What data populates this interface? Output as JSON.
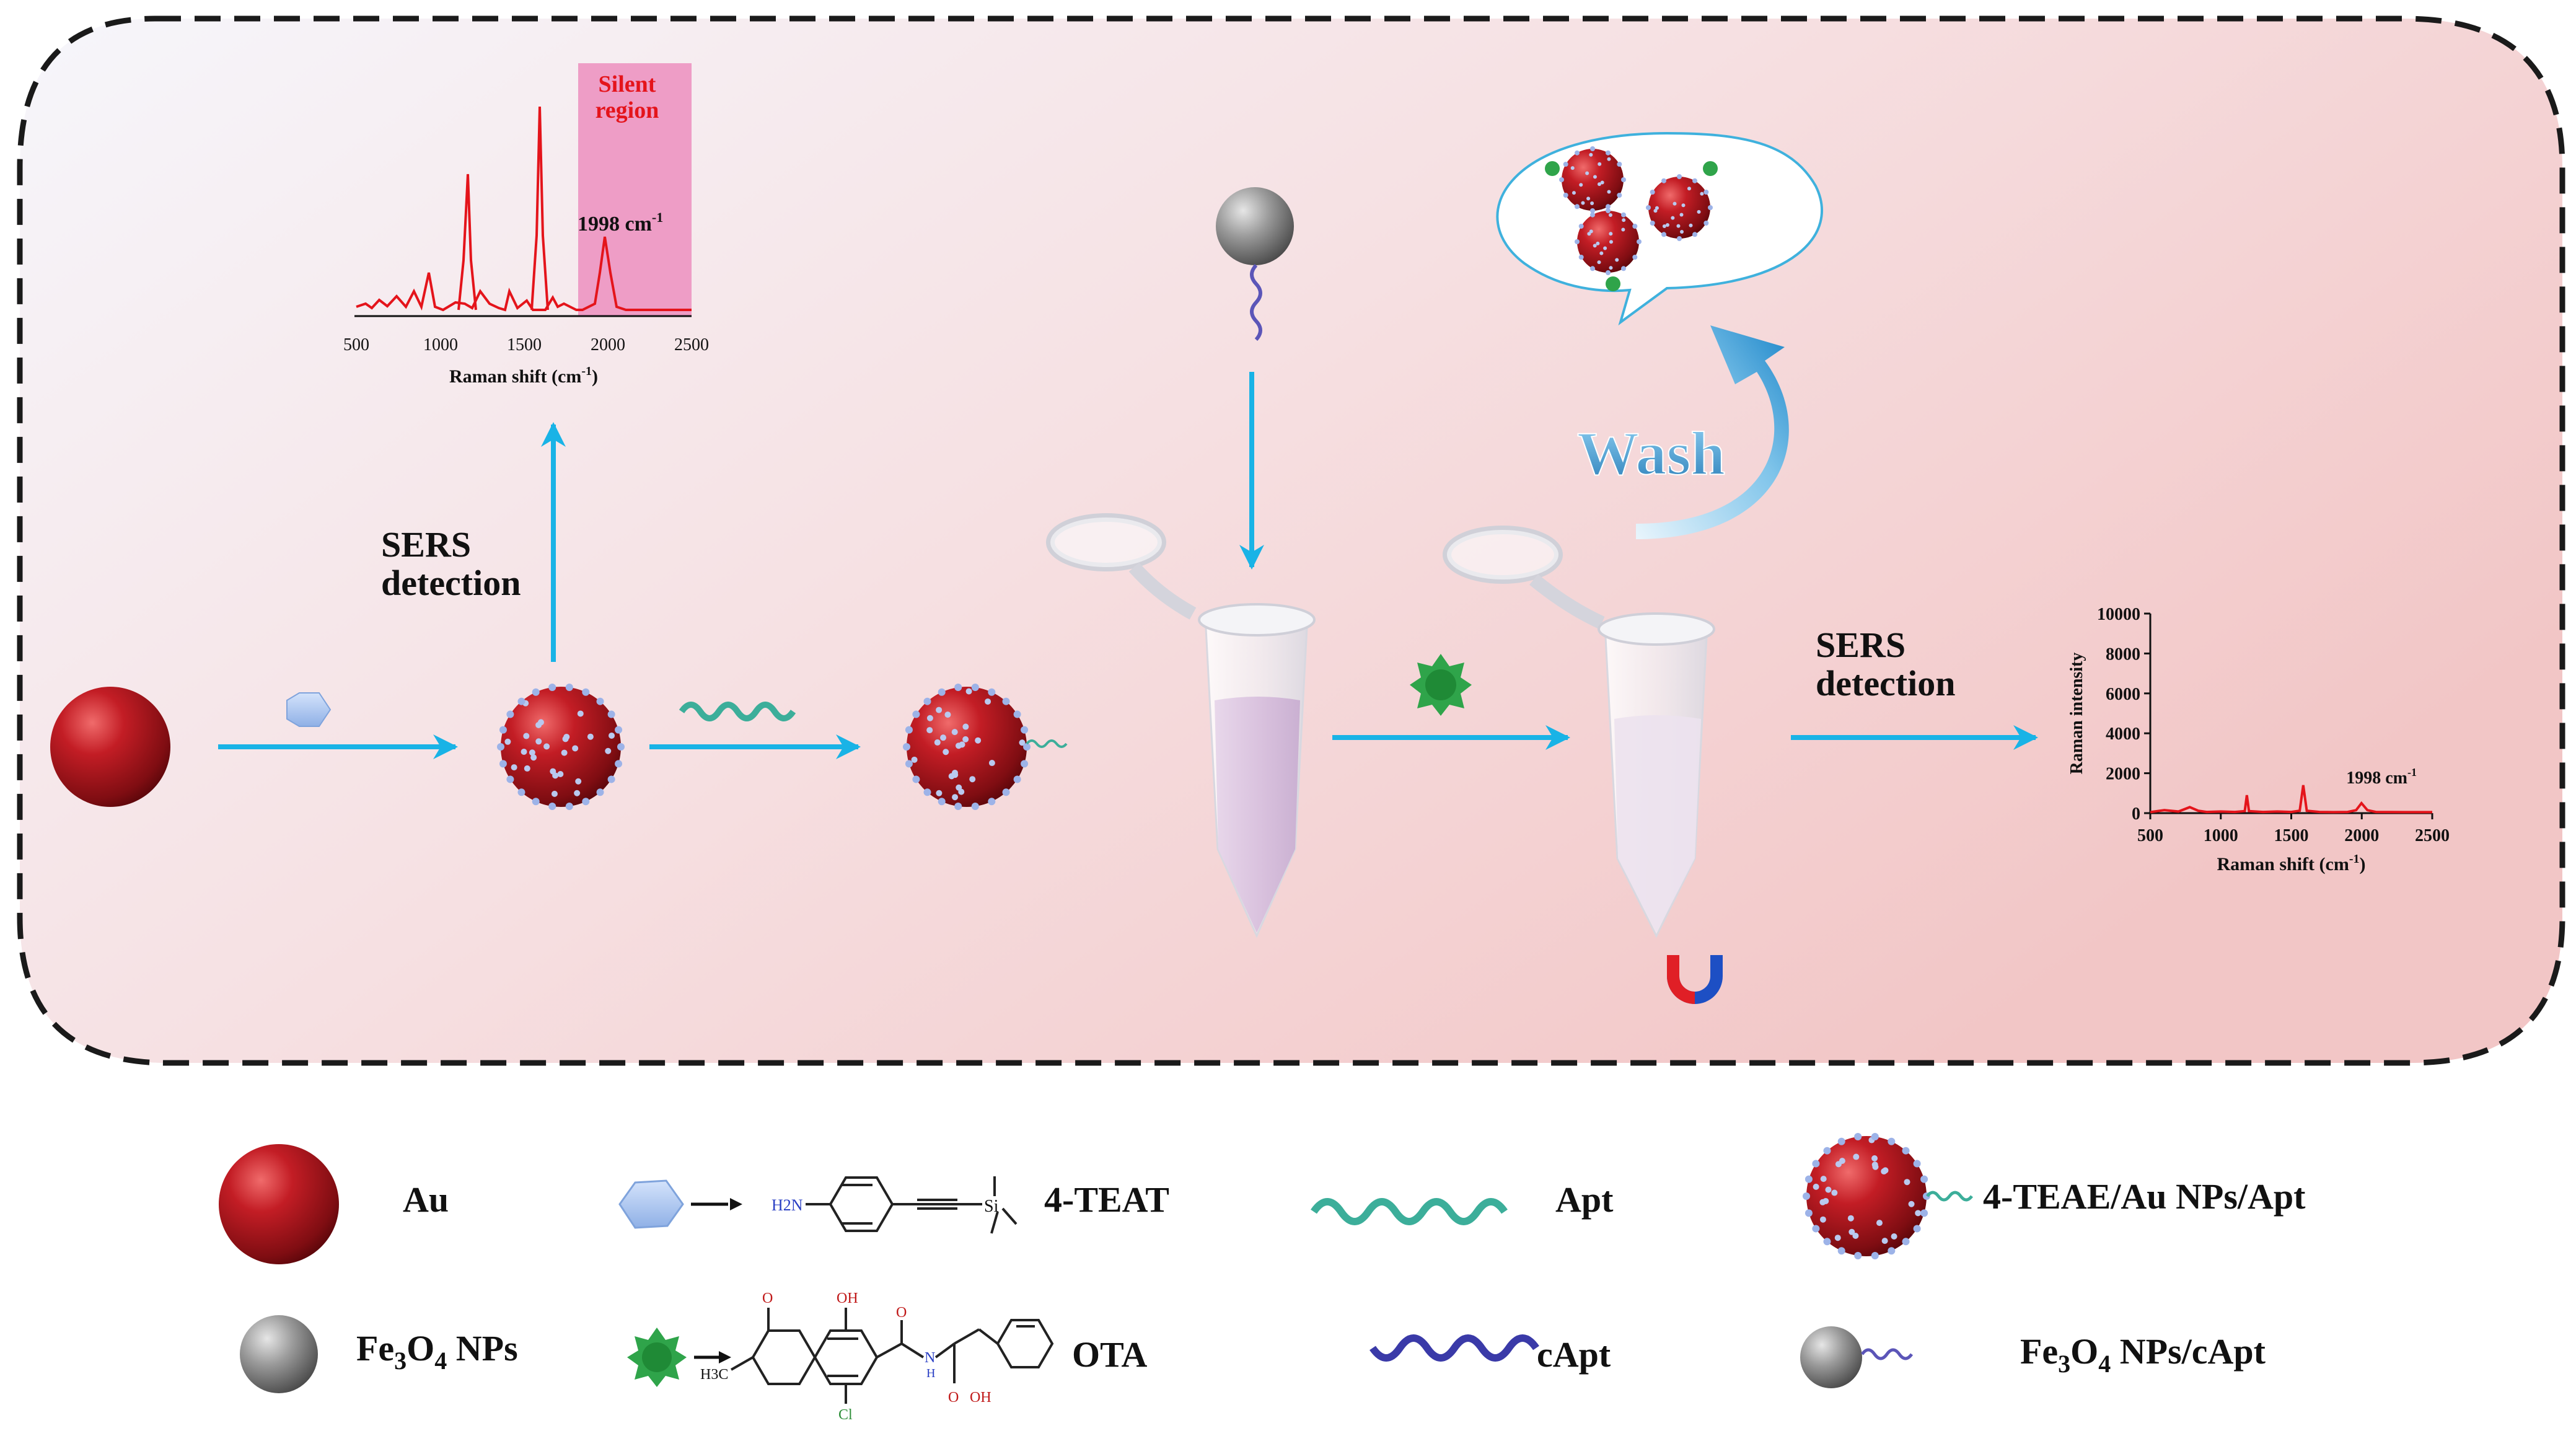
{
  "workflow": {
    "sers_detection_1": [
      "SERS",
      "detection"
    ],
    "sers_detection_2": [
      "SERS",
      "detection"
    ],
    "wash_label": "Wash"
  },
  "inset_spectrum": {
    "silent_region_label": [
      "Silent",
      "region"
    ],
    "peak_label": "1998 cm",
    "peak_label_sup": "-1",
    "xlabel": "Raman shift (cm",
    "xlabel_sup": "-1",
    "xlabel_end": ")",
    "xticks": [
      "500",
      "1000",
      "1500",
      "2000",
      "2500"
    ]
  },
  "chart_data": {
    "type": "line",
    "x_ticks": [
      "500",
      "1000",
      "1500",
      "2000",
      "2500"
    ],
    "y_ticks": [
      "0",
      "2000",
      "4000",
      "6000",
      "8000",
      "10000"
    ],
    "ylabel": "Raman intensity",
    "xlabel": "Raman shift (cm-1)",
    "annotation": "1998 cm-1",
    "xlim": [
      500,
      2500
    ],
    "ylim": [
      0,
      10000
    ],
    "series": [
      {
        "x": [
          500,
          600,
          700,
          780,
          840,
          900,
          1000,
          1100,
          1170,
          1185,
          1200,
          1300,
          1400,
          1500,
          1560,
          1585,
          1610,
          1700,
          1800,
          1900,
          1960,
          1998,
          2040,
          2100,
          2300,
          2500
        ],
        "y": [
          50,
          150,
          80,
          300,
          120,
          60,
          80,
          60,
          100,
          900,
          100,
          60,
          80,
          60,
          120,
          1400,
          120,
          60,
          50,
          60,
          150,
          500,
          150,
          60,
          50,
          50
        ],
        "color": "#e4141b"
      }
    ]
  },
  "legend": {
    "au": "Au",
    "teat": "4-TEAT",
    "apt": "Apt",
    "teae_complex": "4-TEAE/Au NPs/Apt",
    "fe3o4_prefix": "Fe",
    "fe3o4_sub1": "3",
    "fe3o4_mid": "O",
    "fe3o4_sub2": "4",
    "fe3o4_suffix": " NPs",
    "ota": "OTA",
    "capt": "cApt",
    "fe3o4_capt_suffix": " NPs/cApt",
    "nh2_label": "H2N",
    "si_label": "Si",
    "ota_struct_labels": [
      "OH",
      "O",
      "O",
      "N",
      "H",
      "O",
      "OH",
      "Cl",
      "H3C"
    ]
  },
  "colors": {
    "arrow": "#19b3e6",
    "au_red": "#b3141d",
    "spectrum_red": "#e4141b",
    "silent_pink": "#ee9dc6",
    "bg_left": "#f5f4f9",
    "bg_right": "#f3c9c9"
  }
}
